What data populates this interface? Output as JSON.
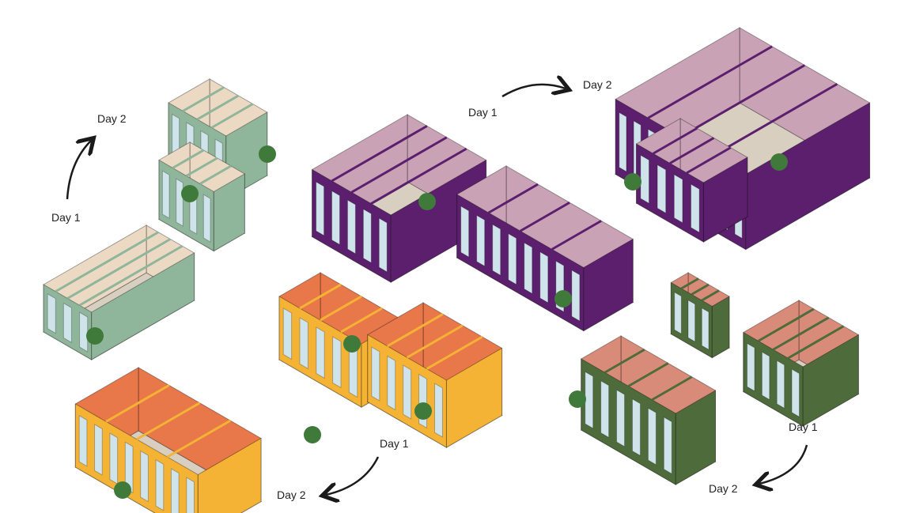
{
  "labels": {
    "green_small_day2": "Day 2",
    "green_small_day1": "Day 1",
    "purple_day1": "Day 1",
    "purple_day2": "Day 2",
    "yellow_day1": "Day 1",
    "yellow_day2": "Day 2",
    "darkgreen_day1": "Day 1",
    "darkgreen_day2": "Day 2"
  },
  "colors": {
    "sage": "#8fb59a",
    "purple": "#5b1f6e",
    "yellow": "#f5b335",
    "darkgreen": "#4e6b3c",
    "sage_interior": "#ecd9c4",
    "purple_interior": "#c9a2b5",
    "yellow_interior": "#e8774a",
    "darkgreen_interior": "#d98b7a",
    "floor": "#d8cfc0",
    "arrow": "#1a1a1a"
  }
}
